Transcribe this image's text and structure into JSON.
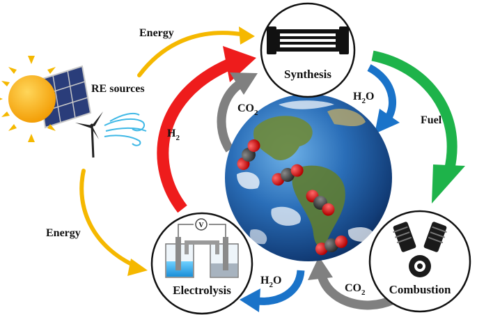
{
  "labels": {
    "energy_top": "Energy",
    "energy_left": "Energy",
    "re_sources": "RE sources",
    "h2_main": "H",
    "h2_sub": "2",
    "co2_top_main": "CO",
    "co2_top_sub": "2",
    "h2o_top_main": "H",
    "h2o_top_sub": "2",
    "h2o_top_tail": "O",
    "fuel": "Fuel",
    "h2o_bottom_main": "H",
    "h2o_bottom_sub": "2",
    "h2o_bottom_tail": "O",
    "co2_bottom_main": "CO",
    "co2_bottom_sub": "2",
    "voltmeter": "V"
  },
  "nodes": {
    "synthesis": "Synthesis",
    "electrolysis": "Electrolysis",
    "combustion": "Combustion"
  },
  "icons": {
    "sun": "sun-icon",
    "solar_panel": "solar-panel-icon",
    "wind_turbine": "wind-turbine-icon",
    "wind": "wind-icon",
    "synthesis_reactor": "reactor-icon",
    "electrolysis_cell": "electrolysis-cell-icon",
    "engine": "engine-icon",
    "earth": "earth-globe",
    "co2_molecule": "co2-molecule-icon"
  },
  "colors": {
    "energy_arrow": "#f5b800",
    "h2_arrow": "#ee1c1c",
    "fuel_arrow": "#1eb34a",
    "h2o_arrow": "#1a73c9",
    "co2_arrow": "#808080",
    "circle_stroke": "#111111"
  }
}
